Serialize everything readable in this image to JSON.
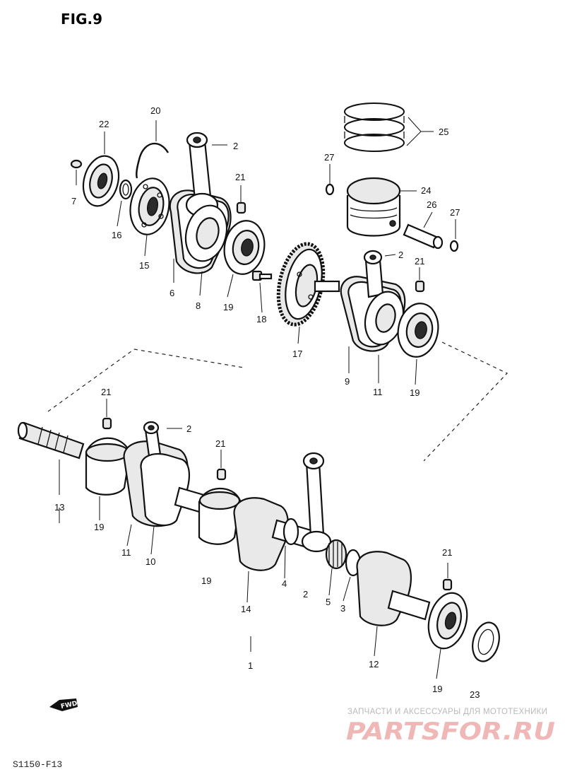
{
  "figure": {
    "title": "FIG.9",
    "code": "S1150-F13"
  },
  "callouts": {
    "upper": {
      "p22": "22",
      "p20": "20",
      "p2a": "2",
      "p7": "7",
      "p16": "16",
      "p15": "15",
      "p21a": "21",
      "p6": "6",
      "p8": "8",
      "p19a": "19",
      "p18": "18",
      "p27a": "27",
      "p25": "25",
      "p24": "24",
      "p26": "26",
      "p27b": "27",
      "p2b": "2",
      "p21b": "21",
      "p17": "17",
      "p9": "9",
      "p11a": "11",
      "p19b": "19"
    },
    "lower": {
      "p21c": "21",
      "p2c": "2",
      "p21d": "21",
      "p13": "13",
      "p19c": "19",
      "p11b": "11",
      "p10": "10",
      "p19d": "19",
      "p4": "4",
      "p14": "14",
      "p2d": "2",
      "p5": "5",
      "p3": "3",
      "p21e": "21",
      "p12": "12",
      "p1": "1",
      "p19e": "19",
      "p23": "23"
    }
  },
  "direction_marker": {
    "label": "FWD",
    "icon": "forward-arrow-icon"
  },
  "watermark": {
    "tagline": "ЗАПЧАСТИ И АКСЕССУАРЫ ДЛЯ МОТОТЕХНИКИ",
    "logo": "PARTSFOR.RU",
    "colors": {
      "logo": "#f0b7b7",
      "tagline": "#b9b9b9"
    }
  }
}
